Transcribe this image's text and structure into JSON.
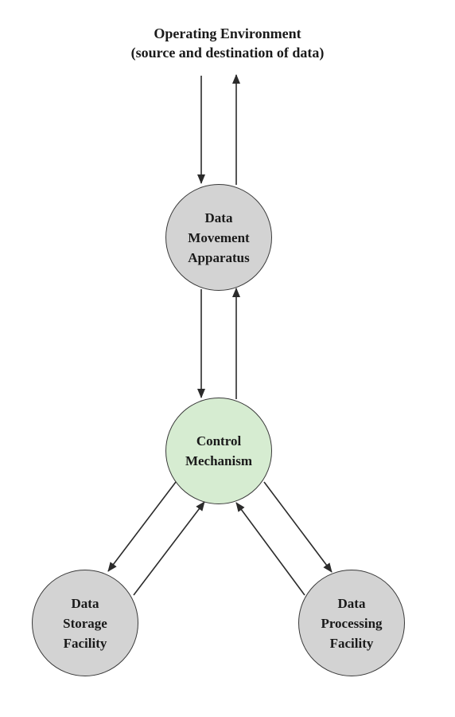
{
  "environment": {
    "title": "Operating Environment",
    "subtitle": "(source and destination of data)"
  },
  "nodes": {
    "movement": {
      "line1": "Data",
      "line2": "Movement",
      "line3": "Apparatus",
      "fill": "#d3d3d3"
    },
    "control": {
      "line1": "Control",
      "line2": "Mechanism",
      "fill": "#d6ecd1"
    },
    "storage": {
      "line1": "Data",
      "line2": "Storage",
      "line3": "Facility",
      "fill": "#d3d3d3"
    },
    "processing": {
      "line1": "Data",
      "line2": "Processing",
      "line3": "Facility",
      "fill": "#d3d3d3"
    }
  },
  "colors": {
    "stroke": "#2b2b2b",
    "text": "#1a1a1a"
  }
}
